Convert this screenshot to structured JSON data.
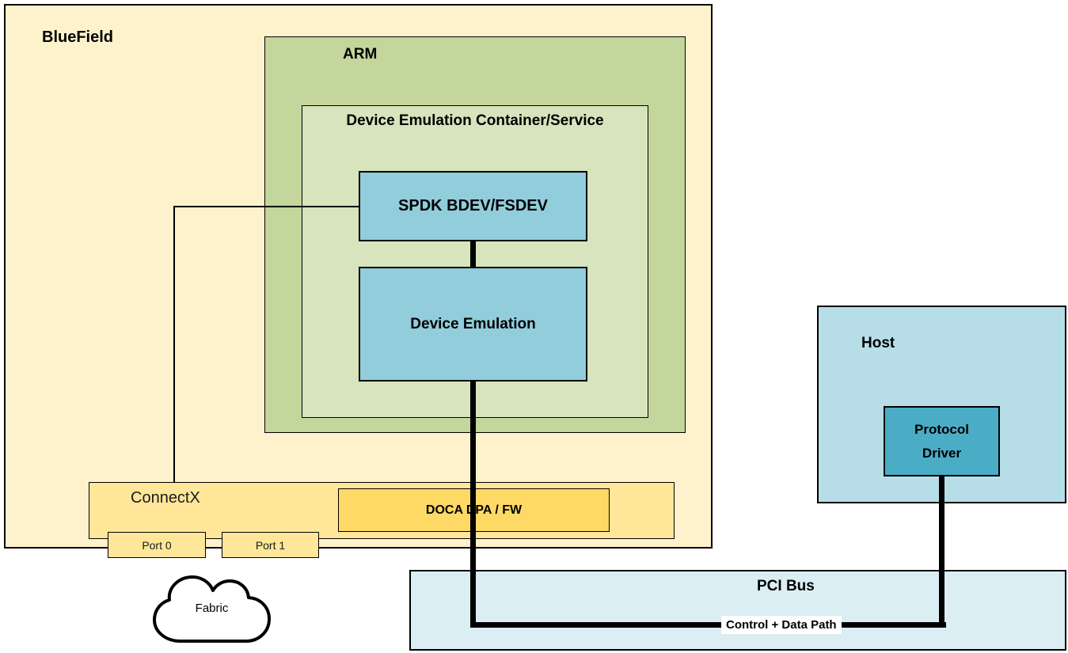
{
  "nodes": {
    "bluefield": "BlueField",
    "arm": "ARM",
    "device_emulation_container": "Device Emulation Container/Service",
    "spdk": "SPDK BDEV/FSDEV",
    "device_emulation": "Device Emulation",
    "connectx": "ConnectX",
    "doca": "DOCA DPA / FW",
    "port0": "Port 0",
    "port1": "Port 1",
    "fabric": "Fabric",
    "host": "Host",
    "protocol_driver": "Protocol Driver",
    "pci_bus": "PCI Bus"
  },
  "edges": {
    "control_data_path": "Control + Data Path"
  },
  "colors": {
    "bluefield_bg": "#FDF2CC",
    "arm_bg": "#C3D69B",
    "container_bg": "#D7E4BD",
    "module_bg": "#92CDDC",
    "connectx_bg": "#FFE699",
    "doca_bg": "#FFD966",
    "host_bg": "#B7DEE8",
    "protocol_driver_bg": "#4BACC6",
    "pci_bg": "#DAEEF3",
    "line": "#000000"
  }
}
